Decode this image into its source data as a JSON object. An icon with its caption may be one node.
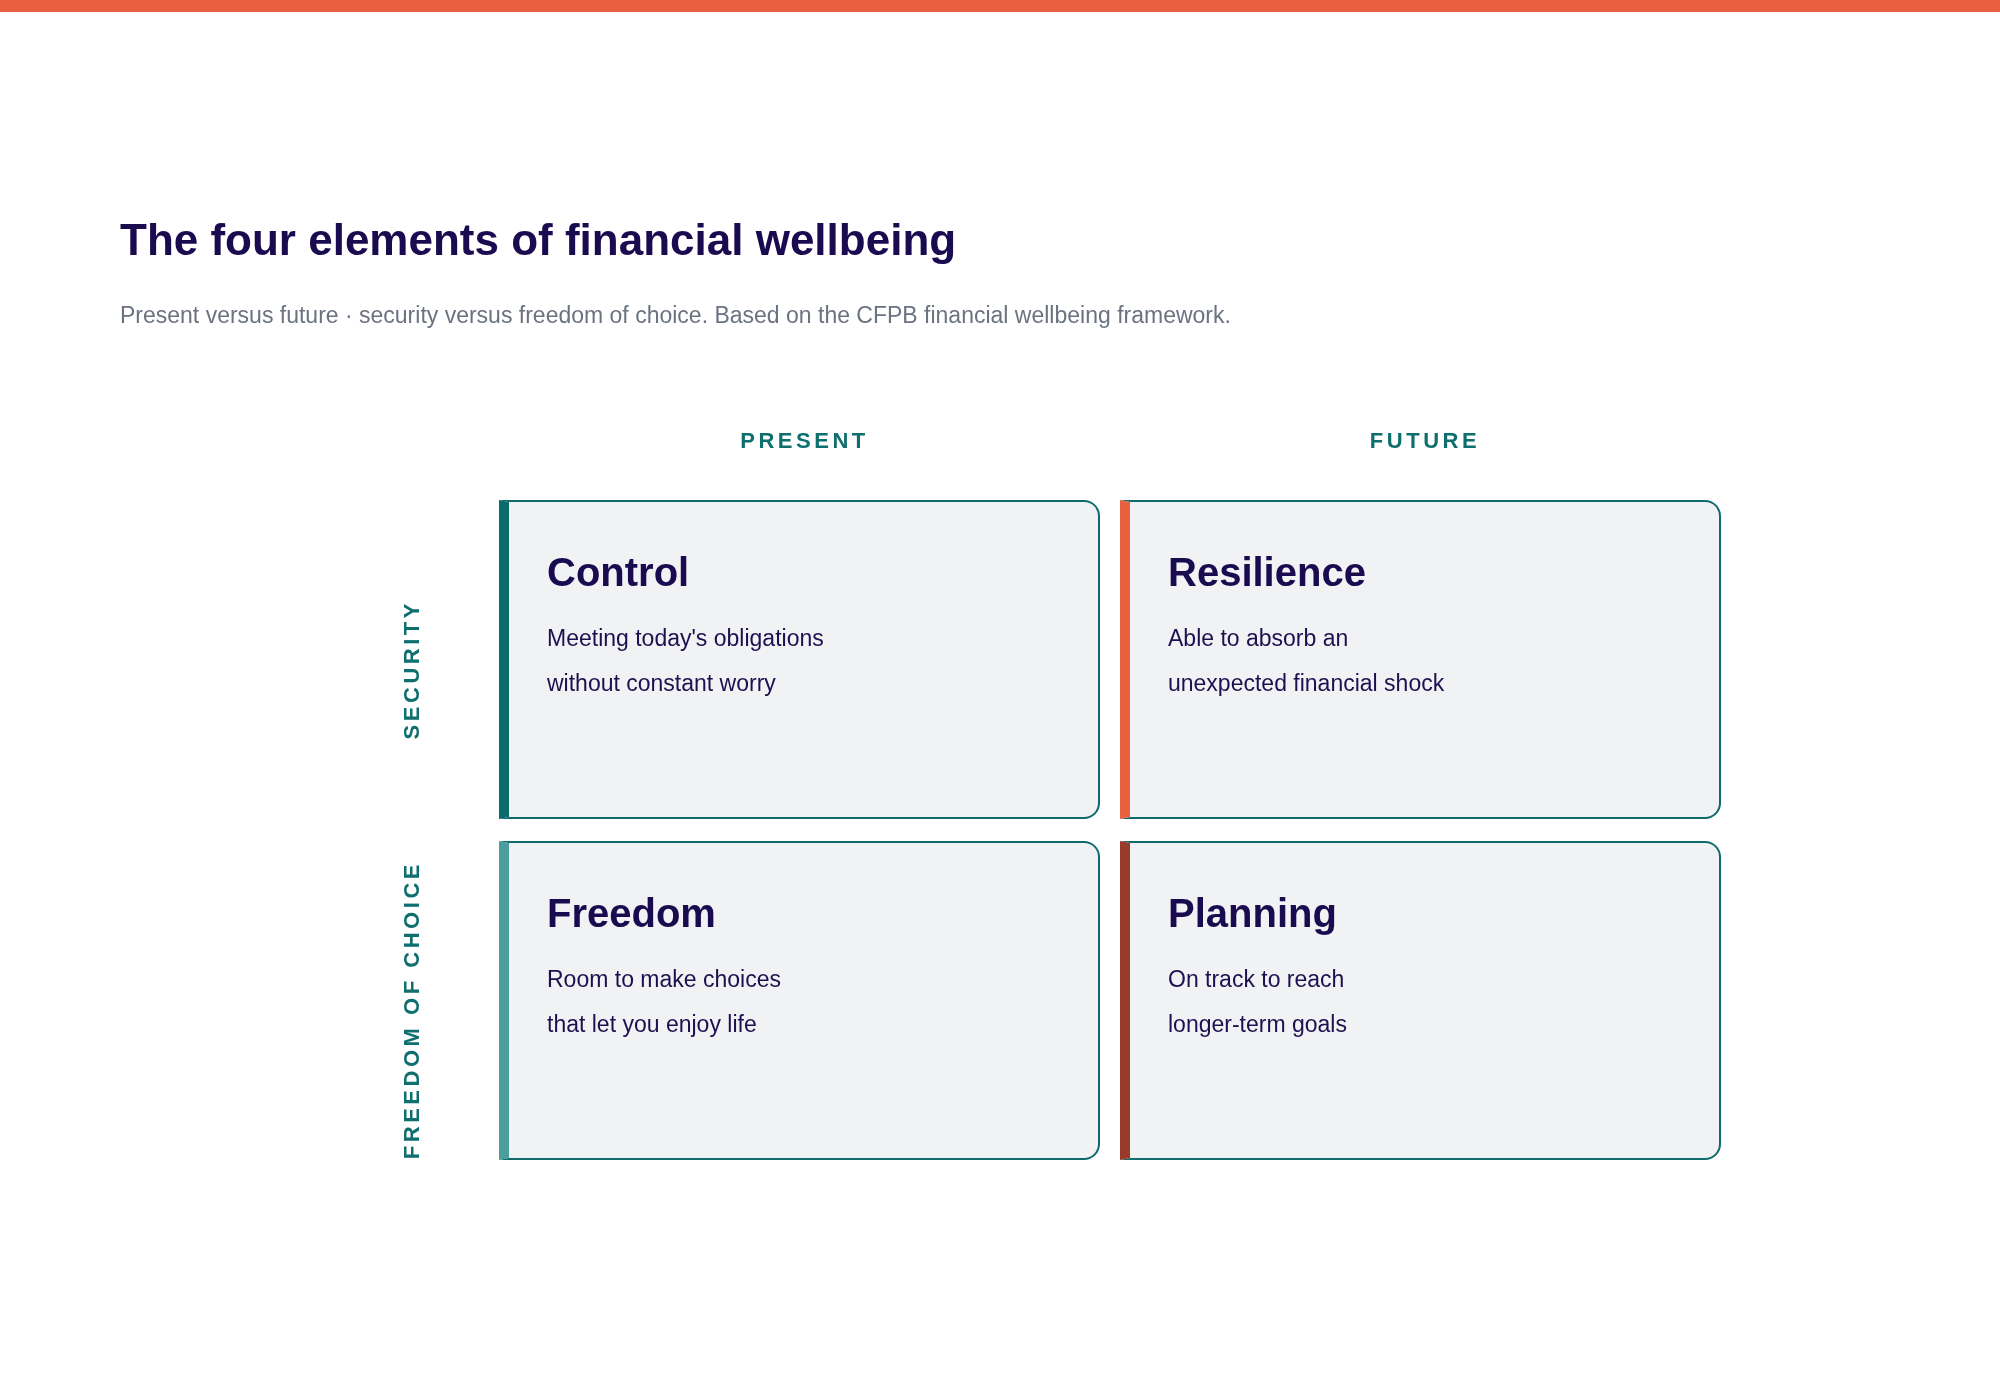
{
  "diagram": {
    "title": "The four elements of financial wellbeing",
    "nodes": [
      {
        "text": [
          "Control",
          "Meeting today's obligations without constant worry"
        ]
      },
      {
        "text": [
          "Resilience",
          "Able to absorb an unexpected financial shock"
        ]
      },
      {
        "text": [
          "Freedom",
          "Room to make choices that let you enjoy life"
        ]
      },
      {
        "text": [
          "Planning",
          "On track to reach longer-term goals"
        ]
      }
    ],
    "labels": [
      "Present versus future · security versus freedom of choice. Based on the CFPB financial wellbeing framework.",
      "PRESENT",
      "FUTURE",
      "SECURITY",
      "FREEDOM OF CHOICE"
    ]
  }
}
